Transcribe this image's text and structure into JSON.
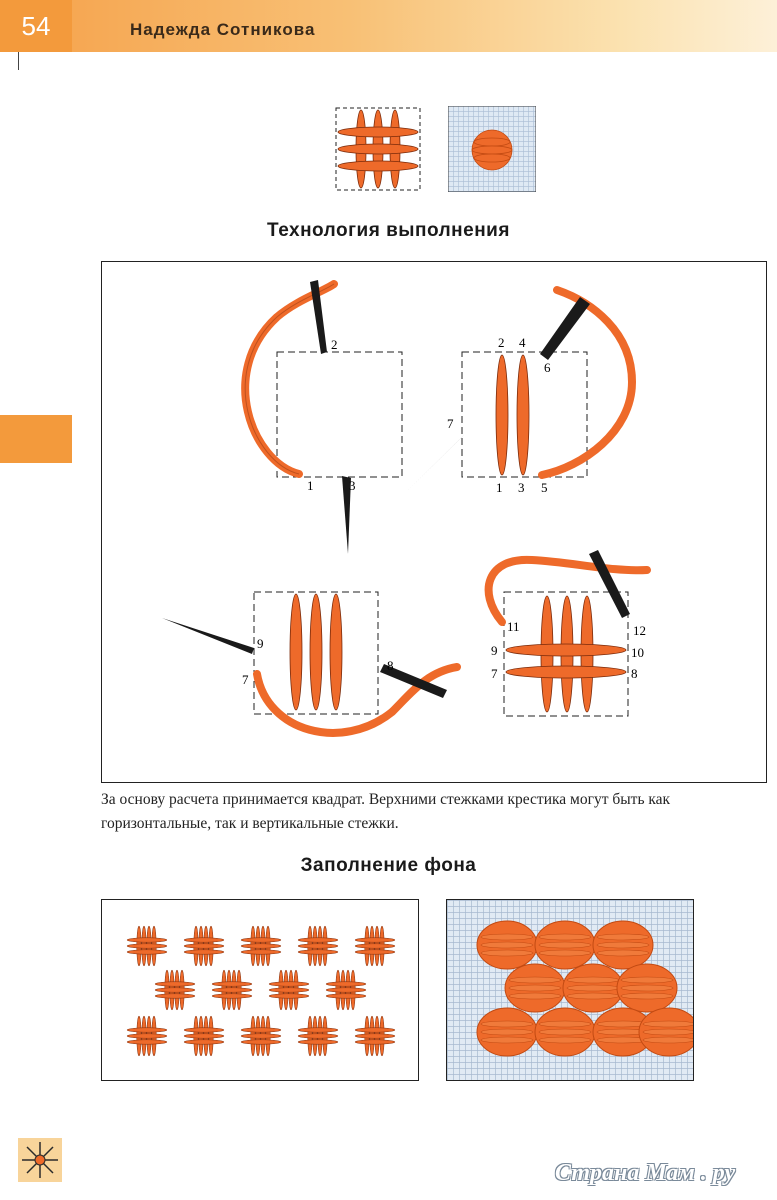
{
  "header": {
    "page_number": "54",
    "author": "Надежда Сотникова"
  },
  "section1": {
    "title": "Технология выполнения",
    "step1_labels": [
      "2",
      "1",
      "3"
    ],
    "step2_labels": [
      "2",
      "4",
      "6",
      "7",
      "1",
      "3",
      "5"
    ],
    "step3_labels": [
      "9",
      "7",
      "8"
    ],
    "step4_labels": [
      "11",
      "12",
      "9",
      "10",
      "7",
      "8"
    ]
  },
  "caption": "За основу расчета принимается квадрат. Верхними стежками крестика могут быть как горизонтальные, так и вертикальные стежки.",
  "section2": {
    "title": "Заполнение фона"
  },
  "watermark": "Страна Мам . ру",
  "colors": {
    "accent": "#f39a3c",
    "thread": "#ee6a2a",
    "needle": "#1a1a1a",
    "fabric": "#cfdcec"
  }
}
